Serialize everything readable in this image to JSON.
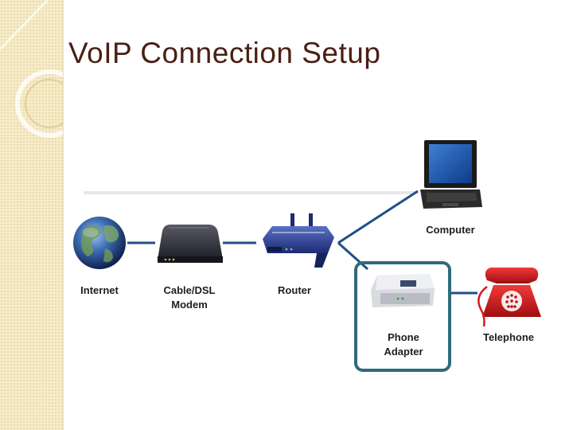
{
  "slide": {
    "title": "VoIP Connection Setup"
  },
  "diagram": {
    "nodes": {
      "internet": {
        "label": "Internet"
      },
      "modem": {
        "line1": "Cable/DSL",
        "line2": "Modem"
      },
      "router": {
        "label": "Router"
      },
      "computer": {
        "label": "Computer"
      },
      "adapter": {
        "line1": "Phone",
        "line2": "Adapter"
      },
      "telephone": {
        "label": "Telephone"
      }
    },
    "colors": {
      "connector": "#1f4f86",
      "adapter_frame": "#2e6b7c",
      "phone_red": "#d8181c",
      "router_blue": "#2b3f8f",
      "title": "#4a1f14"
    }
  }
}
